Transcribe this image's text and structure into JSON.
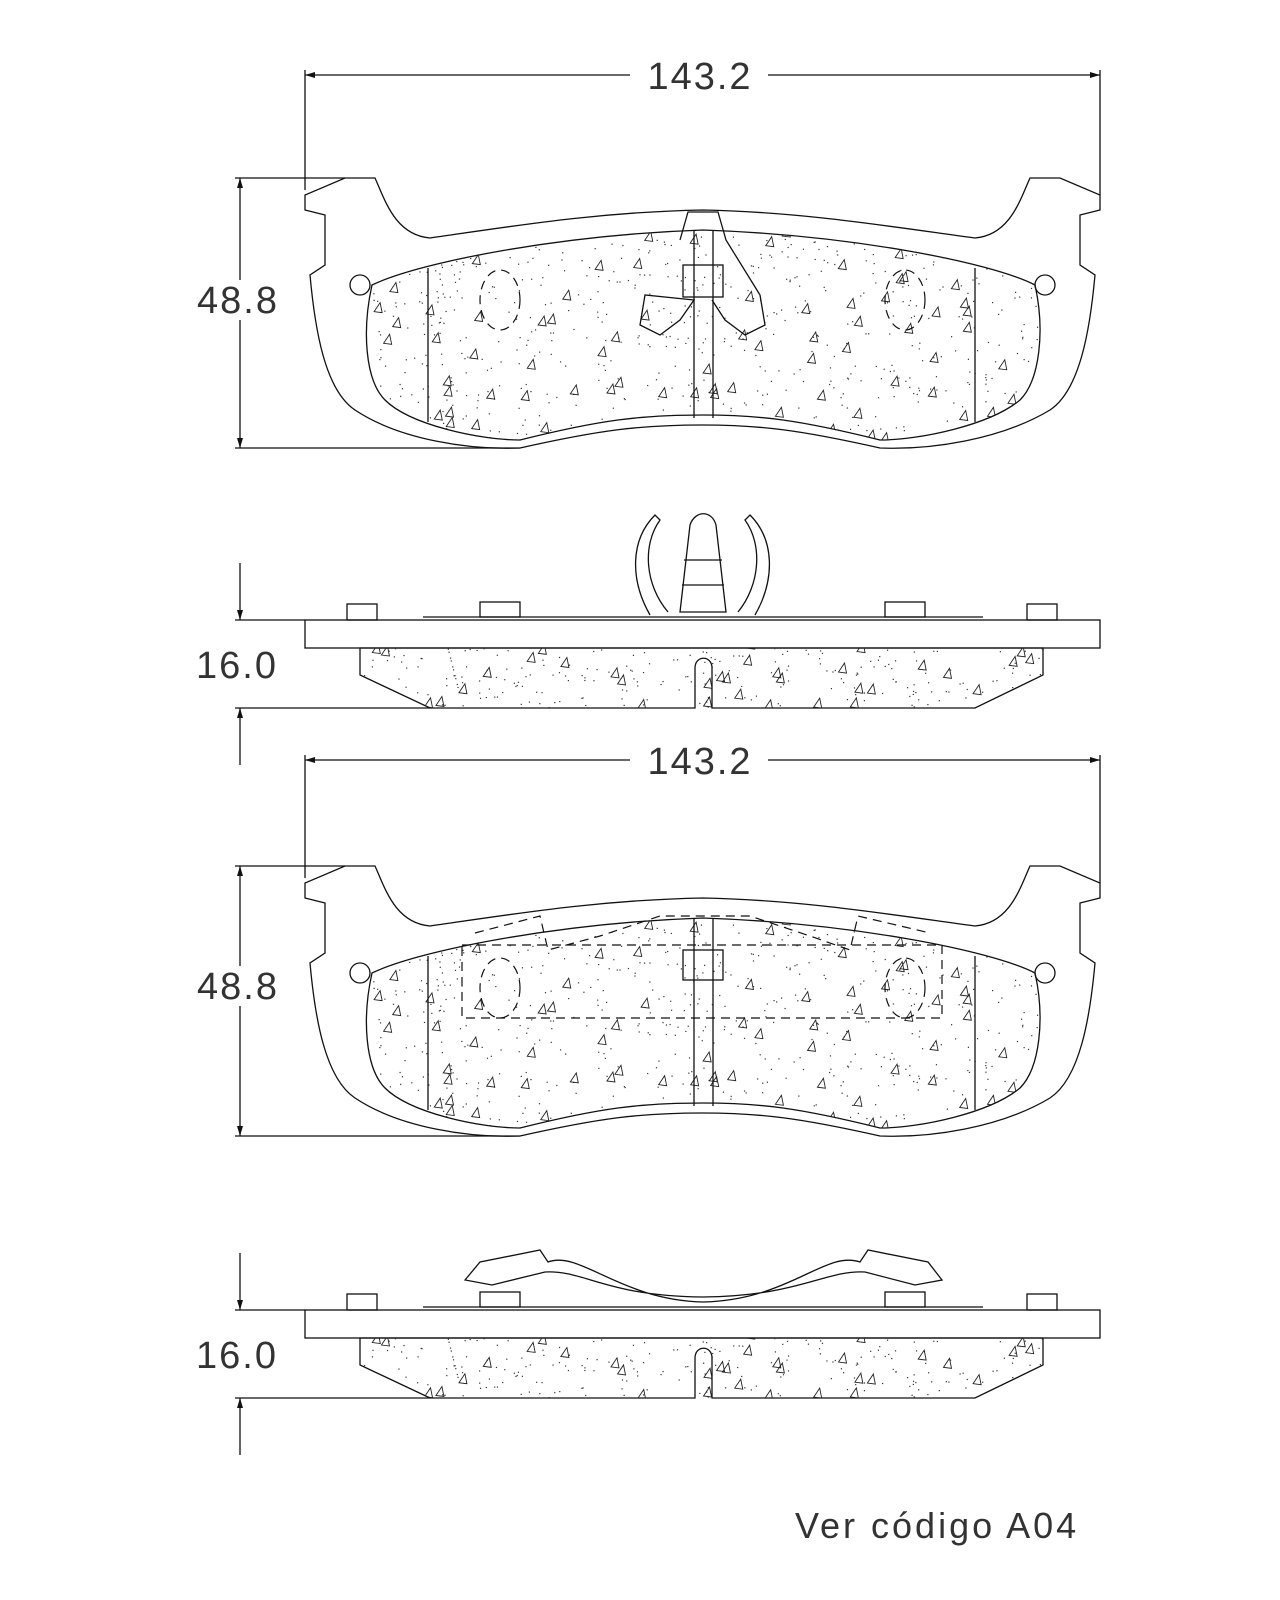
{
  "drawing": {
    "top_view_1": {
      "width_label": "143.2",
      "height_label": "48.8"
    },
    "side_view_1": {
      "thickness_label": "16.0"
    },
    "top_view_2": {
      "width_label": "143.2",
      "height_label": "48.8"
    },
    "side_view_2": {
      "thickness_label": "16.0"
    },
    "note": "Ver código A04"
  }
}
